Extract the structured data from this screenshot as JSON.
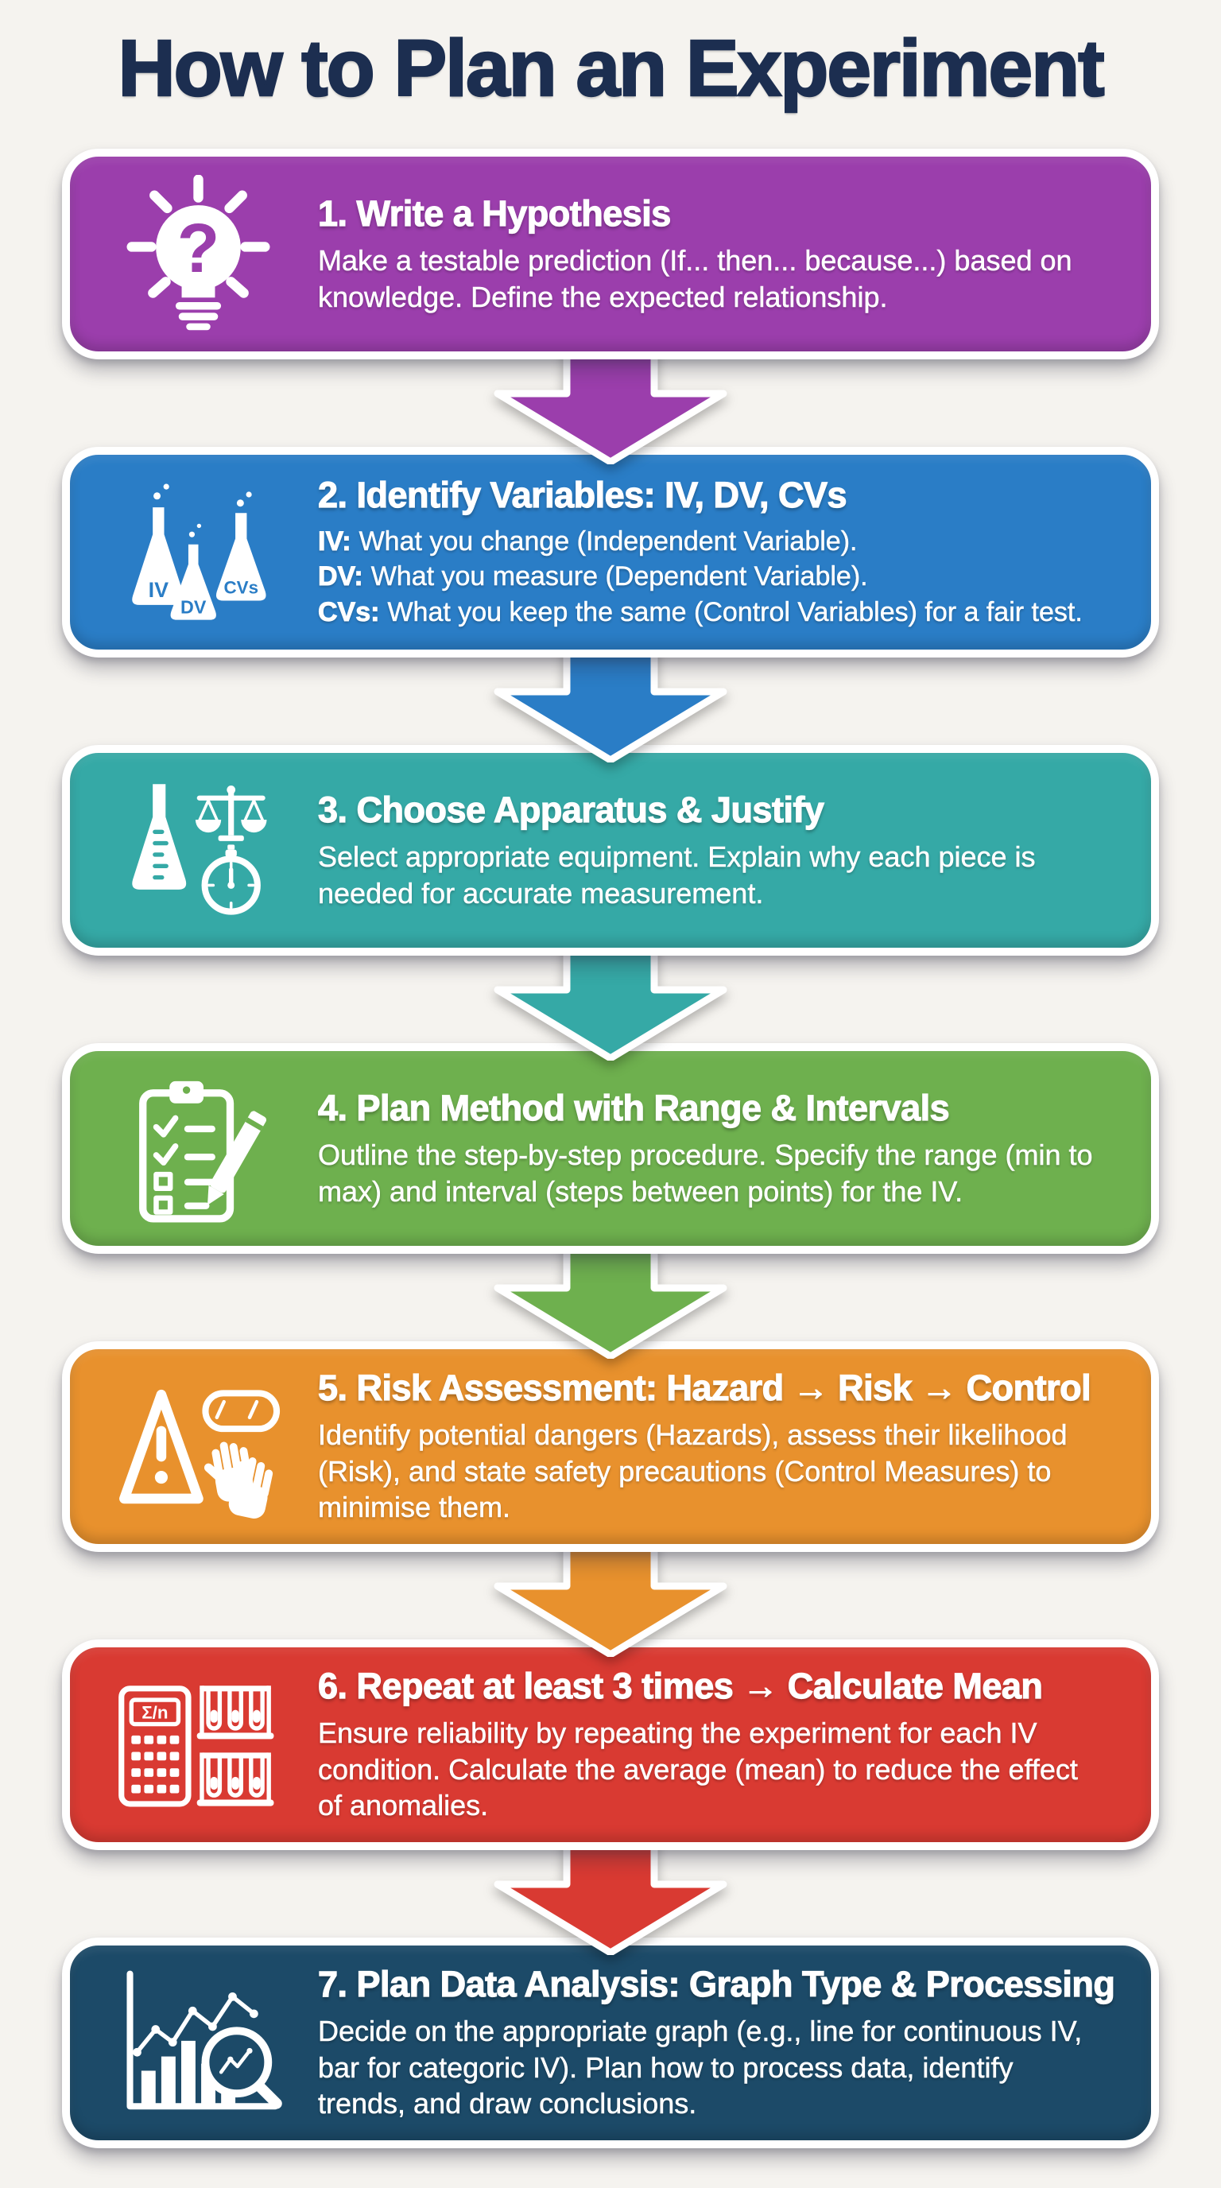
{
  "page": {
    "title": "How to Plan an Experiment",
    "title_color": "#1c2e50",
    "background": "#f5f3ef"
  },
  "steps": [
    {
      "color": "#9B3EAC",
      "icon": "lightbulb-question-icon",
      "icon_text": "?",
      "title": "1. Write a Hypothesis",
      "body": "Make a testable prediction (If... then... because...) based on knowledge. Define the expected relationship."
    },
    {
      "color": "#2A7DC6",
      "icon": "flasks-iv-dv-cvs-icon",
      "icon_labels": [
        "IV",
        "DV",
        "CVs"
      ],
      "title": "2. Identify Variables: IV, DV, CVs",
      "lines": [
        {
          "label": "IV:",
          "text": "What you change (Independent Variable)."
        },
        {
          "label": "DV:",
          "text": "What you measure (Dependent Variable)."
        },
        {
          "label": "CVs:",
          "text": "What you keep the same (Control Variables) for a fair test."
        }
      ]
    },
    {
      "color": "#35A9A6",
      "icon": "flask-balance-stopwatch-icon",
      "title": "3. Choose Apparatus & Justify",
      "body": "Select appropriate equipment. Explain why each piece is needed for accurate measurement."
    },
    {
      "color": "#6EB04E",
      "icon": "clipboard-checklist-pencil-icon",
      "title": "4. Plan Method with Range & Intervals",
      "body": "Outline the step-by-step procedure. Specify the range (min to max) and interval (steps between points) for the IV."
    },
    {
      "color": "#E8912D",
      "icon": "hazard-triangle-goggles-gloves-icon",
      "title": "5. Risk Assessment: Hazard → Risk → Control",
      "body": "Identify potential dangers (Hazards), assess their likelihood (Risk), and state safety precautions (Control Measures) to minimise them."
    },
    {
      "color": "#D93A32",
      "icon": "calculator-mean-test-tubes-icon",
      "icon_text": "Σ/n",
      "title": "6. Repeat at least 3 times → Calculate Mean",
      "body": "Ensure reliability by repeating the experiment for each IV condition. Calculate the average (mean) to reduce the effect of anomalies."
    },
    {
      "color": "#1C4A68",
      "icon": "graph-analysis-magnifier-icon",
      "title": "7. Plan Data Analysis: Graph Type & Processing",
      "body": "Decide on the appropriate graph (e.g., line for continuous IV, bar for categoric IV). Plan how to process data, identify trends, and draw conclusions."
    }
  ]
}
